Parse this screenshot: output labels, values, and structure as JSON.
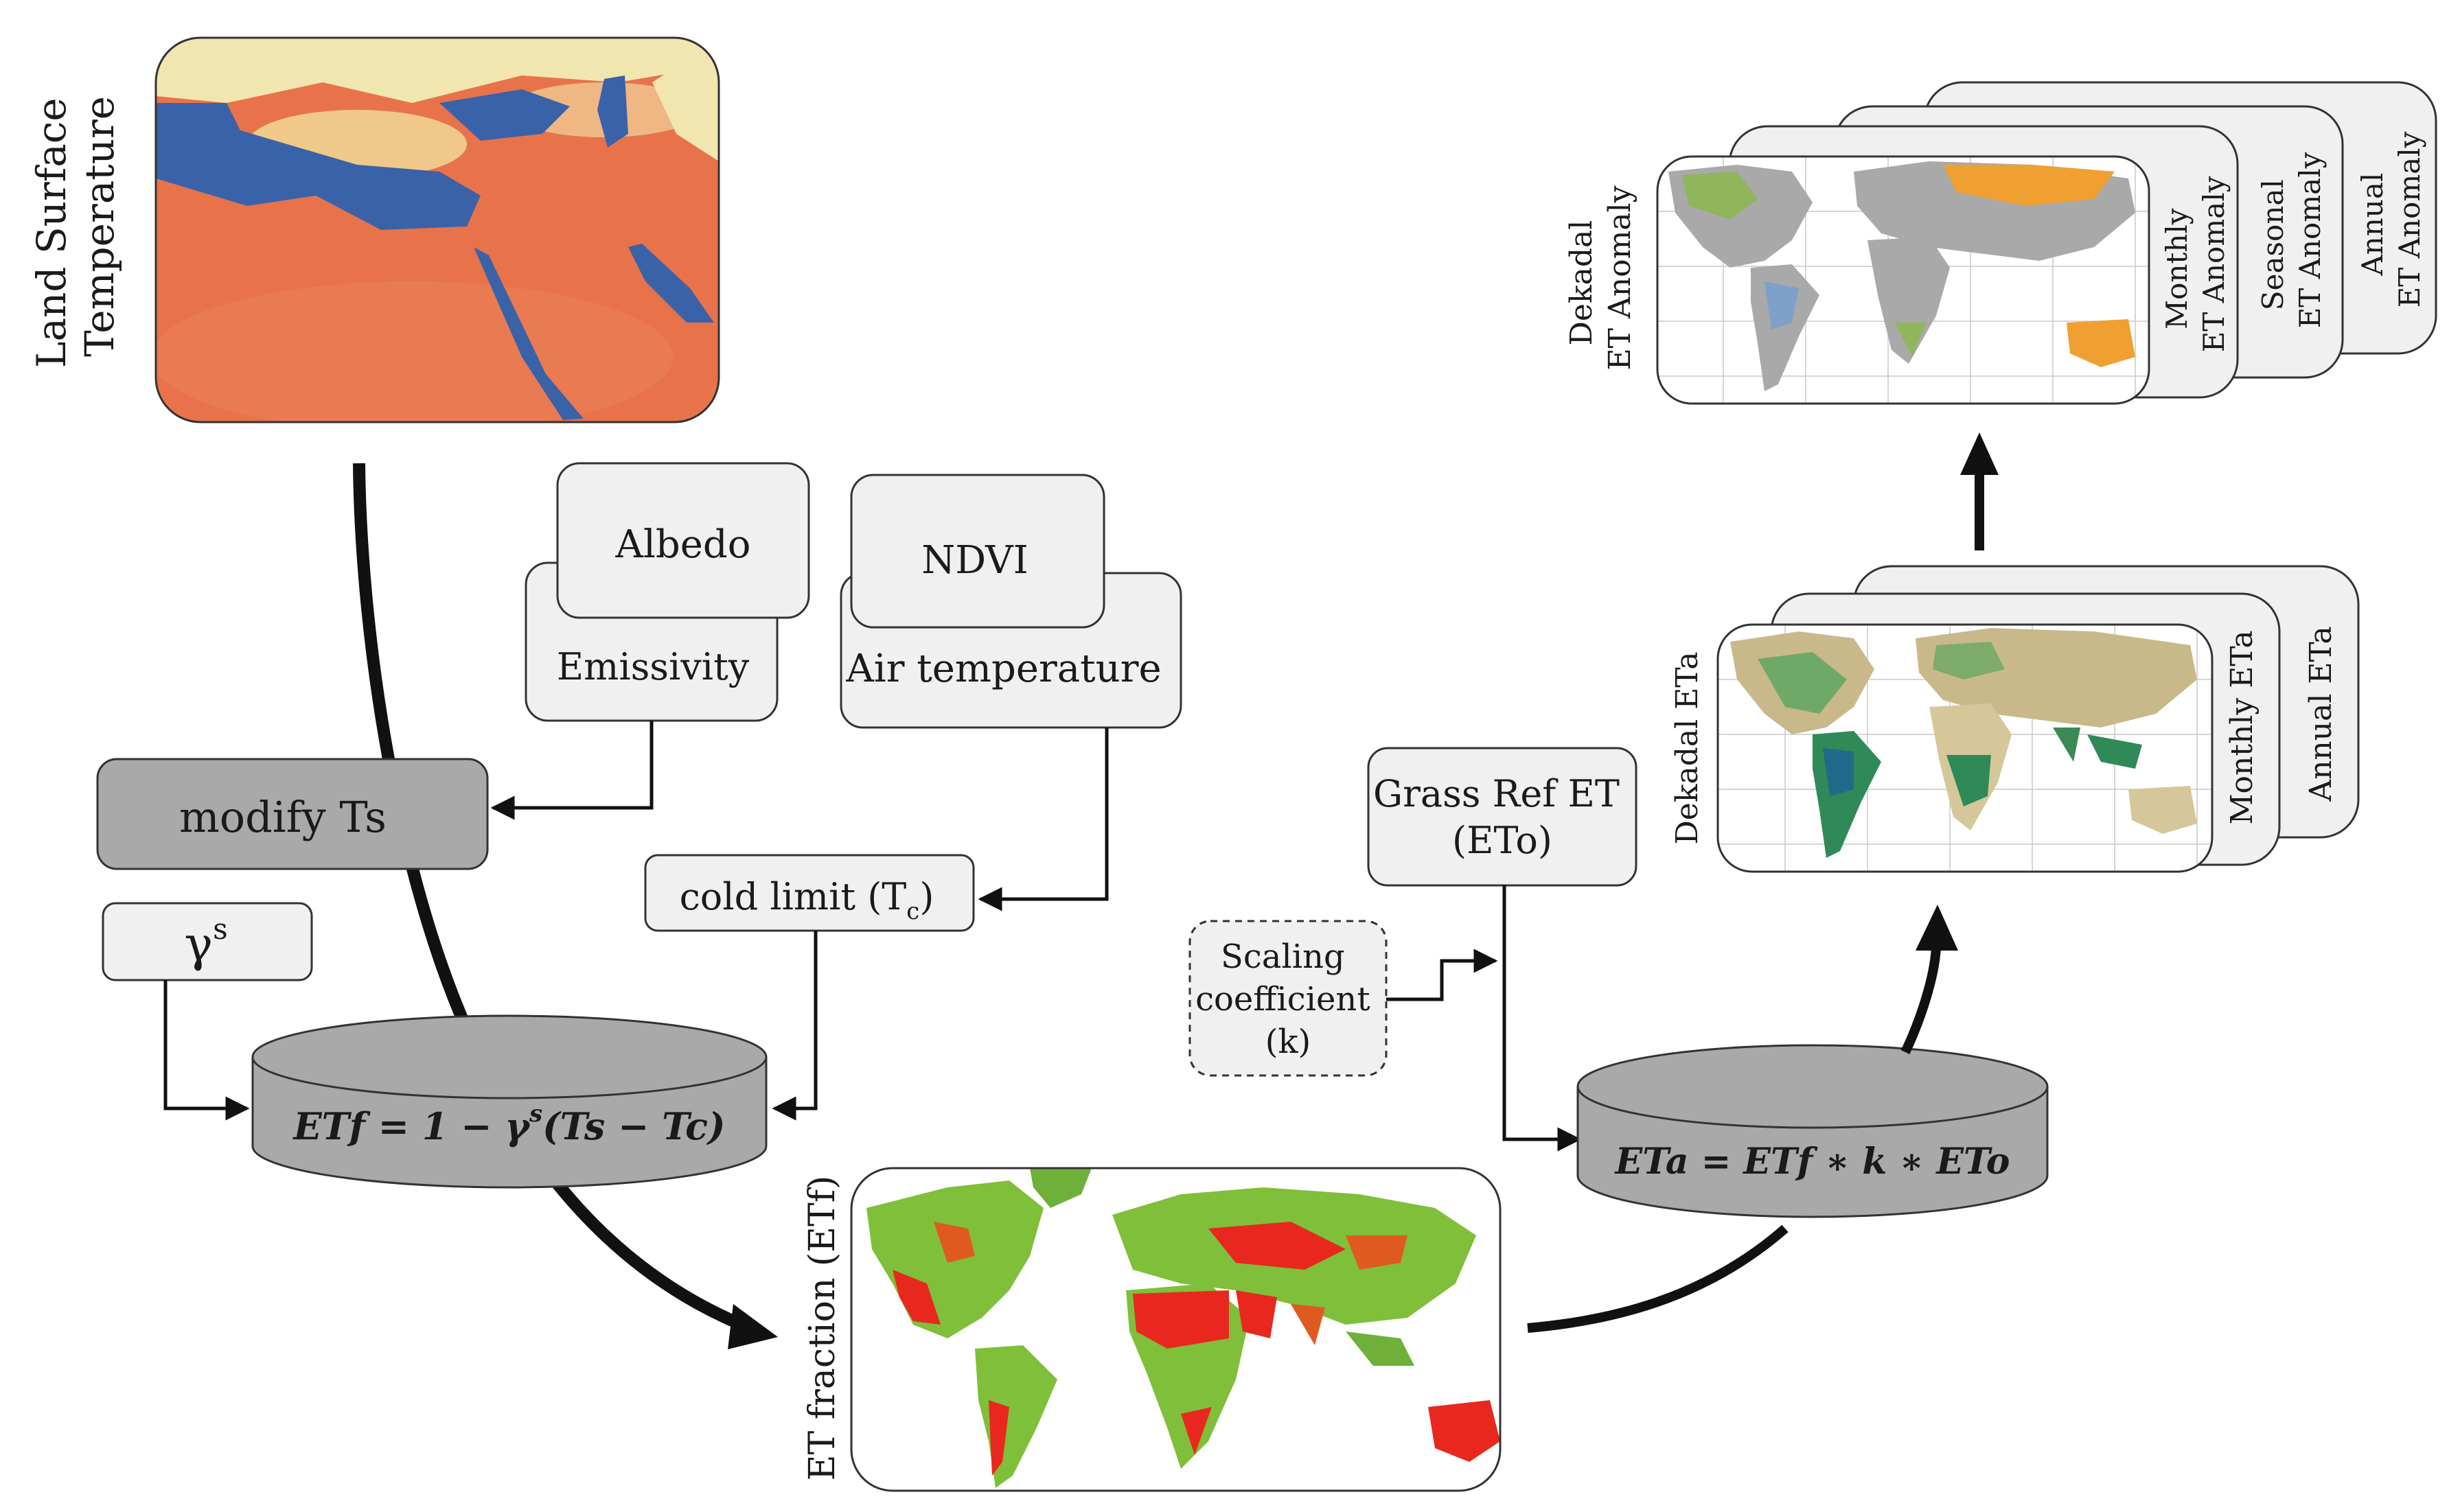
{
  "maps": {
    "lst": {
      "label_line1": "Land Surface",
      "label_line2": "Temperature"
    },
    "etf": {
      "label": "ET fraction (ETf)"
    }
  },
  "boxes": {
    "albedo": "Albedo",
    "emissivity": "Emissivity",
    "ndvi": "NDVI",
    "air_temperature": "Air temperature",
    "modify_ts": "modify Ts",
    "cold_limit": "cold limit (T",
    "cold_limit_sub": "c",
    "cold_limit_close": ")",
    "gamma_symbol": "γ",
    "gamma_sup": "s",
    "grass_ref_line1": "Grass Ref ET",
    "grass_ref_line2": "(ETo)",
    "scaling_line1": "Scaling",
    "scaling_line2": "coefficient",
    "scaling_line3": "(k)"
  },
  "equations": {
    "etf_lhs": "ETf = 1 − γ",
    "etf_sup": "s",
    "etf_rhs": "(Ts − Tc)",
    "eta": "ETa = ETf ∗ k ∗ ETo"
  },
  "eta_stack": {
    "front": "Dekadal ETa",
    "middle": "Monthly ETa",
    "back": "Annual ETa"
  },
  "anomaly_stack": {
    "front_line1": "Dekadal",
    "front_line2": "ET Anomaly",
    "layer2_line1": "Monthly",
    "layer2_line2": "ET Anomaly",
    "layer3_line1": "Seasonal",
    "layer3_line2": "ET Anomaly",
    "layer4_line1": "Annual",
    "layer4_line2": "ET Anomaly"
  },
  "colors": {
    "sea_blue": "#3a62a8",
    "lst_hot": "#e8734a",
    "lst_cool": "#f2e6b0",
    "etf_red": "#e8281e",
    "etf_green": "#7fbf3a",
    "eta_green": "#2f8a58",
    "anomaly_orange": "#f0a030",
    "box_gray": "#a9a9a9",
    "box_light": "#f0f0f0"
  }
}
